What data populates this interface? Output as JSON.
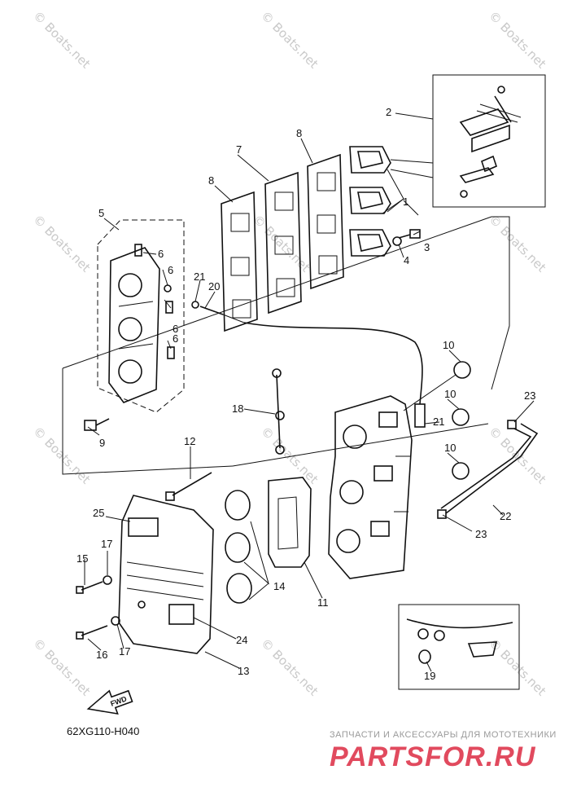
{
  "watermark": "© Boats.net",
  "diagram_code": "62XG110-H040",
  "fwd_label": "FWD",
  "callouts": [
    "1",
    "2",
    "3",
    "4",
    "5",
    "6",
    "7",
    "8",
    "9",
    "10",
    "11",
    "12",
    "13",
    "14",
    "15",
    "16",
    "17",
    "18",
    "19",
    "20",
    "21",
    "22",
    "23",
    "24",
    "25"
  ],
  "brand": {
    "tagline": "ЗАПЧАСТИ И АКСЕССУАРЫ ДЛЯ МОТОТЕХНИКИ",
    "name": "PARTSFOR.RU"
  }
}
